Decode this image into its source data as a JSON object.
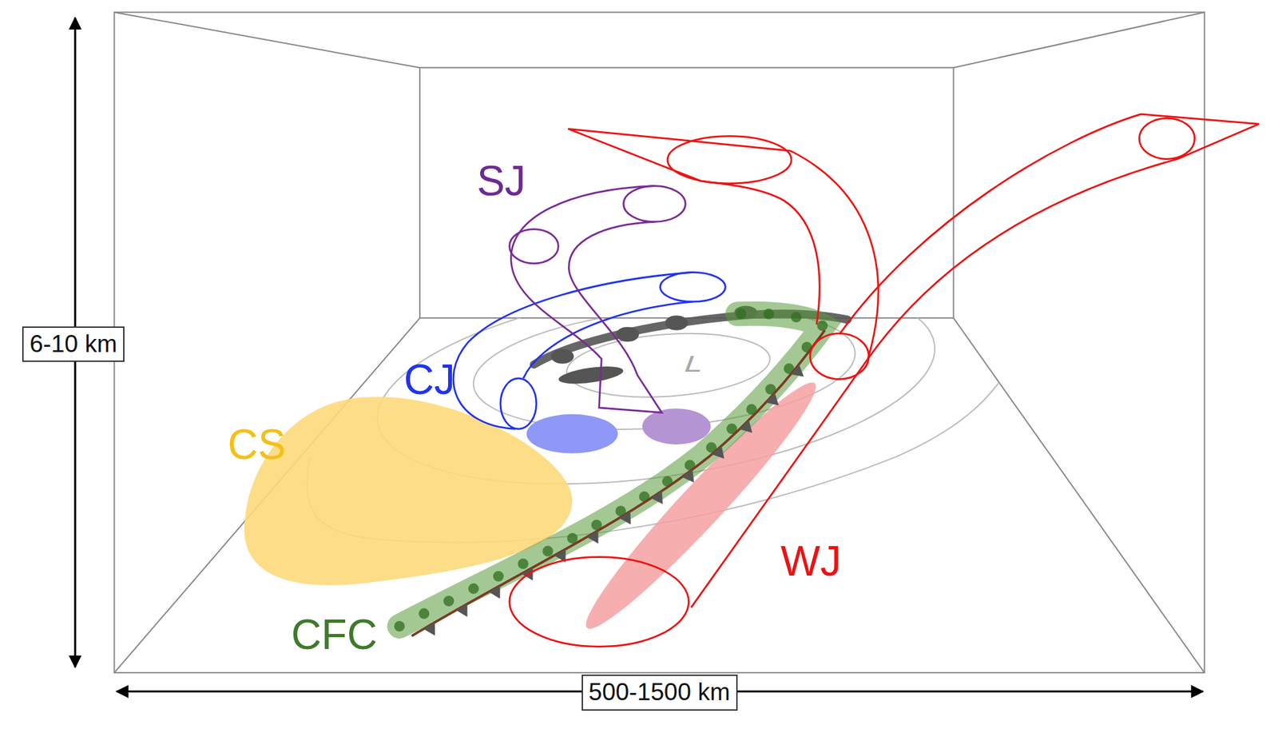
{
  "diagram": {
    "nodes": [
      {
        "text": [
          "6-10 km"
        ]
      },
      {
        "text": [
          "500-1500 km"
        ]
      }
    ],
    "labels": [
      "SJ",
      "L",
      "CJ",
      "CS",
      "WJ",
      "CFC"
    ]
  }
}
